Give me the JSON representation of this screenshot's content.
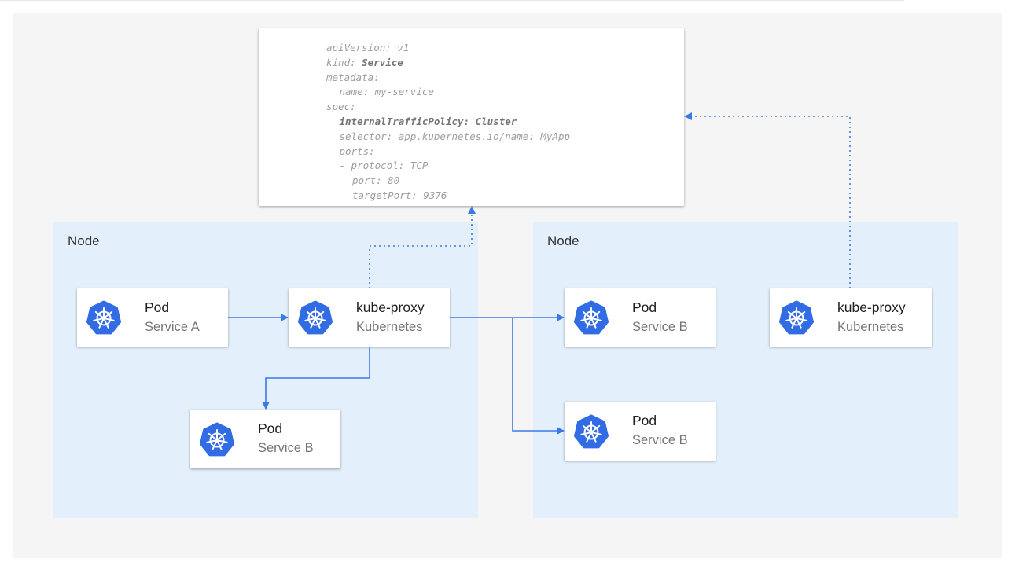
{
  "colors": {
    "node_bg": "#e3f0fc",
    "arrow": "#3b78e7",
    "icon": "#326ce5",
    "panel": "#f5f5f5"
  },
  "yaml": {
    "lines": [
      {
        "text": "apiVersion: v1",
        "indent": 0
      },
      {
        "text": "kind: ",
        "bold": "Service",
        "indent": 0
      },
      {
        "text": "metadata:",
        "indent": 0
      },
      {
        "text": "name: my-service",
        "indent": 1
      },
      {
        "text": "spec:",
        "indent": 0
      },
      {
        "text": "",
        "bold": "internalTrafficPolicy: Cluster",
        "indent": 1
      },
      {
        "text": "selector: app.kubernetes.io/name: MyApp",
        "indent": 1
      },
      {
        "text": "ports:",
        "indent": 1
      },
      {
        "text": "- protocol: TCP",
        "indent": 1
      },
      {
        "text": "port: 80",
        "indent": 2
      },
      {
        "text": "targetPort: 9376",
        "indent": 2
      }
    ]
  },
  "nodes": [
    {
      "label": "Node"
    },
    {
      "label": "Node"
    }
  ],
  "cards": [
    {
      "id": "pod-service-a",
      "title": "Pod",
      "subtitle": "Service A",
      "icon": "kubernetes-icon"
    },
    {
      "id": "kube-proxy-1",
      "title": "kube-proxy",
      "subtitle": "Kubernetes",
      "icon": "kubernetes-icon"
    },
    {
      "id": "pod-service-b-left",
      "title": "Pod",
      "subtitle": "Service B",
      "icon": "kubernetes-icon"
    },
    {
      "id": "pod-service-b-right-1",
      "title": "Pod",
      "subtitle": "Service B",
      "icon": "kubernetes-icon"
    },
    {
      "id": "pod-service-b-right-2",
      "title": "Pod",
      "subtitle": "Service B",
      "icon": "kubernetes-icon"
    },
    {
      "id": "kube-proxy-2",
      "title": "kube-proxy",
      "subtitle": "Kubernetes",
      "icon": "kubernetes-icon"
    }
  ]
}
